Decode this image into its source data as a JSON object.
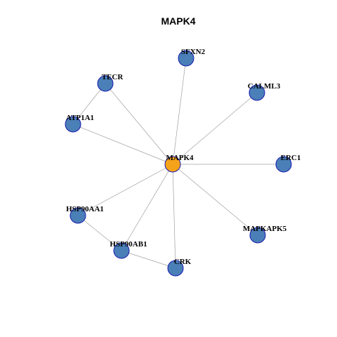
{
  "title": "MAPK4",
  "colors": {
    "hub_fill": "#f5a31a",
    "node_fill": "#4a7fb7",
    "node_stroke": "#1a1ab0",
    "edge": "#a0a0a0"
  },
  "nodes": [
    {
      "id": "MAPK4",
      "label": "MAPK4",
      "hub": true
    },
    {
      "id": "SFXN2",
      "label": "SFXN2"
    },
    {
      "id": "TECR",
      "label": "TECR"
    },
    {
      "id": "CALML3",
      "label": "CALML3"
    },
    {
      "id": "ATP1A1",
      "label": "ATP1A1"
    },
    {
      "id": "ERC1",
      "label": "ERC1"
    },
    {
      "id": "HSP90AA1",
      "label": "HSP90AA1"
    },
    {
      "id": "MAPKAPK5",
      "label": "MAPKAPK5"
    },
    {
      "id": "HSP90AB1",
      "label": "HSP90AB1"
    },
    {
      "id": "CRK",
      "label": "CRK"
    }
  ],
  "edges": [
    [
      "MAPK4",
      "SFXN2"
    ],
    [
      "MAPK4",
      "TECR"
    ],
    [
      "MAPK4",
      "CALML3"
    ],
    [
      "MAPK4",
      "ATP1A1"
    ],
    [
      "MAPK4",
      "ERC1"
    ],
    [
      "MAPK4",
      "HSP90AA1"
    ],
    [
      "MAPK4",
      "MAPKAPK5"
    ],
    [
      "MAPK4",
      "HSP90AB1"
    ],
    [
      "MAPK4",
      "CRK"
    ],
    [
      "TECR",
      "ATP1A1"
    ],
    [
      "HSP90AA1",
      "HSP90AB1"
    ],
    [
      "HSP90AB1",
      "CRK"
    ]
  ]
}
